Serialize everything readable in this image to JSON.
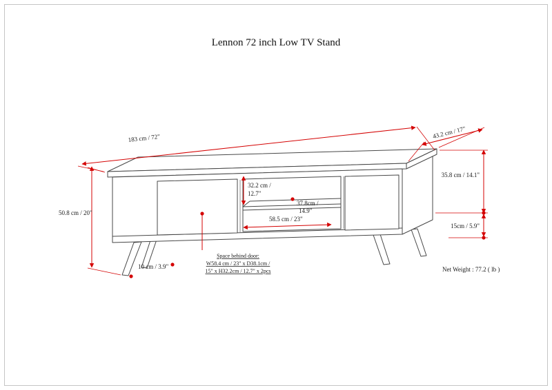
{
  "title": "Lennon 72 inch Low TV Stand",
  "dimensions": {
    "width": "183 cm / 72\"",
    "depth": "43.2 cm / 17\"",
    "cabinet_height": "35.8 cm / 14.1\"",
    "leg_height": "15cm / 5.9\"",
    "total_height": "50.8 cm / 20\"",
    "leg_clearance": "10 cm / 3.9\"",
    "shelf_height_line1": "32.2 cm /",
    "shelf_height_line2": "12.7\"",
    "shelf_depth_line1": "37.8cm /",
    "shelf_depth_line2": "14.9\"",
    "center_width": "58.5 cm / 23\""
  },
  "notes": {
    "space_behind_door_line1": "Space behind door:",
    "space_behind_door_line2": "W58.4 cm / 23\" x D38.1cm /",
    "space_behind_door_line3": "15\" x H32.2cm / 12.7\" x 2pcs",
    "net_weight": "Net Weight : 77.2 ( lb )"
  },
  "colors": {
    "dimension_line": "#d40000",
    "drawing_line": "#474747",
    "text": "#1a1a1a",
    "border": "#c4c4c4",
    "background": "#ffffff"
  }
}
